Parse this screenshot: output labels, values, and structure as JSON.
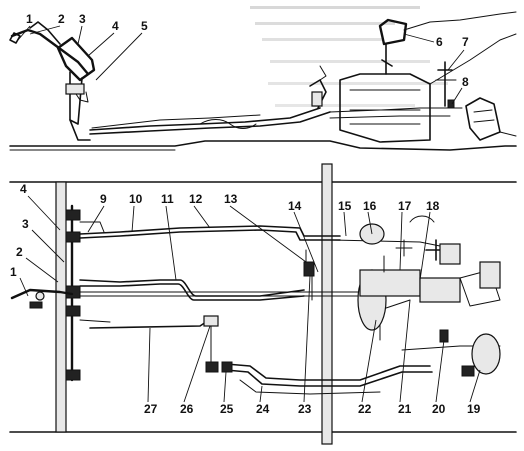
{
  "callouts_top": [
    "1",
    "2",
    "3",
    "4",
    "5",
    "6",
    "7",
    "8"
  ],
  "callouts_bottom": [
    "4",
    "3",
    "2",
    "1",
    "9",
    "10",
    "11",
    "12",
    "13",
    "14",
    "15",
    "16",
    "17",
    "18",
    "19",
    "20",
    "21",
    "22",
    "23",
    "24",
    "25",
    "26",
    "27"
  ]
}
